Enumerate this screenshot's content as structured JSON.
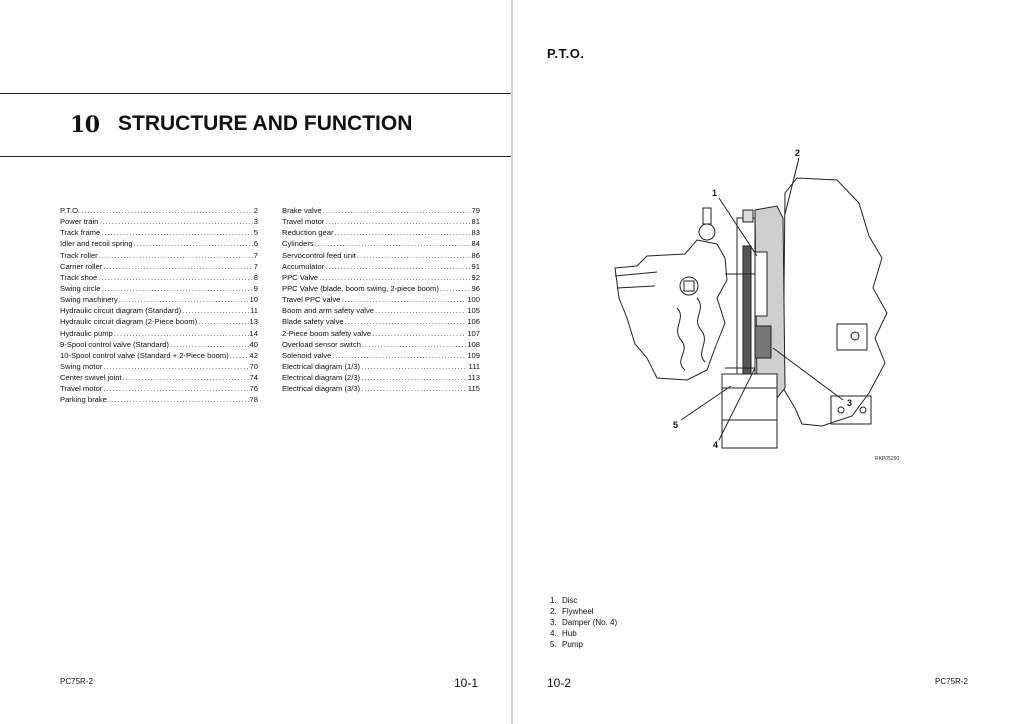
{
  "left_page": {
    "chapter_number": "10",
    "chapter_title": "STRUCTURE AND FUNCTION",
    "toc_left": [
      {
        "label": "P.T.O.",
        "page": "2"
      },
      {
        "label": "Power train",
        "page": "3"
      },
      {
        "label": "Track frame",
        "page": "5"
      },
      {
        "label": "Idler and recoil spring",
        "page": "6"
      },
      {
        "label": "Track roller",
        "page": "7"
      },
      {
        "label": "Carrier roller",
        "page": "7"
      },
      {
        "label": "Track shoe",
        "page": "8"
      },
      {
        "label": "Swing circle",
        "page": "9"
      },
      {
        "label": "Swing machinery",
        "page": "10"
      },
      {
        "label": "Hydraulic circuit diagram (Standard)",
        "page": "11"
      },
      {
        "label": "Hydraulic circuit diagram (2-Piece boom)",
        "page": "13"
      },
      {
        "label": "Hydraulic pump",
        "page": "14"
      },
      {
        "label": "9-Spool control valve (Standard)",
        "page": "40"
      },
      {
        "label": "10-Spool control valve (Standard + 2-Piece boom)",
        "page": "42"
      },
      {
        "label": "Swing motor",
        "page": "70"
      },
      {
        "label": "Center swivel joint",
        "page": "74"
      },
      {
        "label": "Travel motor",
        "page": "76"
      },
      {
        "label": "Parking brake",
        "page": "78"
      }
    ],
    "toc_right": [
      {
        "label": "Brake valve",
        "page": "79"
      },
      {
        "label": "Travel motor",
        "page": "81"
      },
      {
        "label": "Reduction gear",
        "page": "83"
      },
      {
        "label": "Cylinders",
        "page": "84"
      },
      {
        "label": "Servocontrol feed unit",
        "page": "86"
      },
      {
        "label": "Accumulator",
        "page": "91"
      },
      {
        "label": "PPC Valve",
        "page": "92"
      },
      {
        "label": "PPC Valve (blade, boom swing, 2-piece boom)",
        "page": "96"
      },
      {
        "label": "Travel PPC valve",
        "page": "100"
      },
      {
        "label": "Boom and arm safety valve",
        "page": "105"
      },
      {
        "label": "Blade safety valve",
        "page": "106"
      },
      {
        "label": "2-Piece boom safety valve",
        "page": "107"
      },
      {
        "label": "Overload sensor switch",
        "page": "108"
      },
      {
        "label": "Solenoid valve",
        "page": "109"
      },
      {
        "label": "Electrical diagram (1/3)",
        "page": "111"
      },
      {
        "label": "Electrical diagram (2/3)",
        "page": "113"
      },
      {
        "label": "Electrical diagram (3/3)",
        "page": "115"
      }
    ],
    "footer_model": "PC75R-2",
    "footer_page": "10-1"
  },
  "right_page": {
    "section_title": "P.T.O.",
    "figure_code": "RKP05290",
    "callouts": [
      "1",
      "2",
      "3",
      "4",
      "5"
    ],
    "legend": [
      {
        "num": "1.",
        "text": "Disc"
      },
      {
        "num": "2.",
        "text": "Flywheel"
      },
      {
        "num": "3.",
        "text": "Damper (No. 4)"
      },
      {
        "num": "4.",
        "text": "Hub"
      },
      {
        "num": "5.",
        "text": "Pump"
      }
    ],
    "footer_page": "10-2",
    "footer_model": "PC75R-2"
  }
}
